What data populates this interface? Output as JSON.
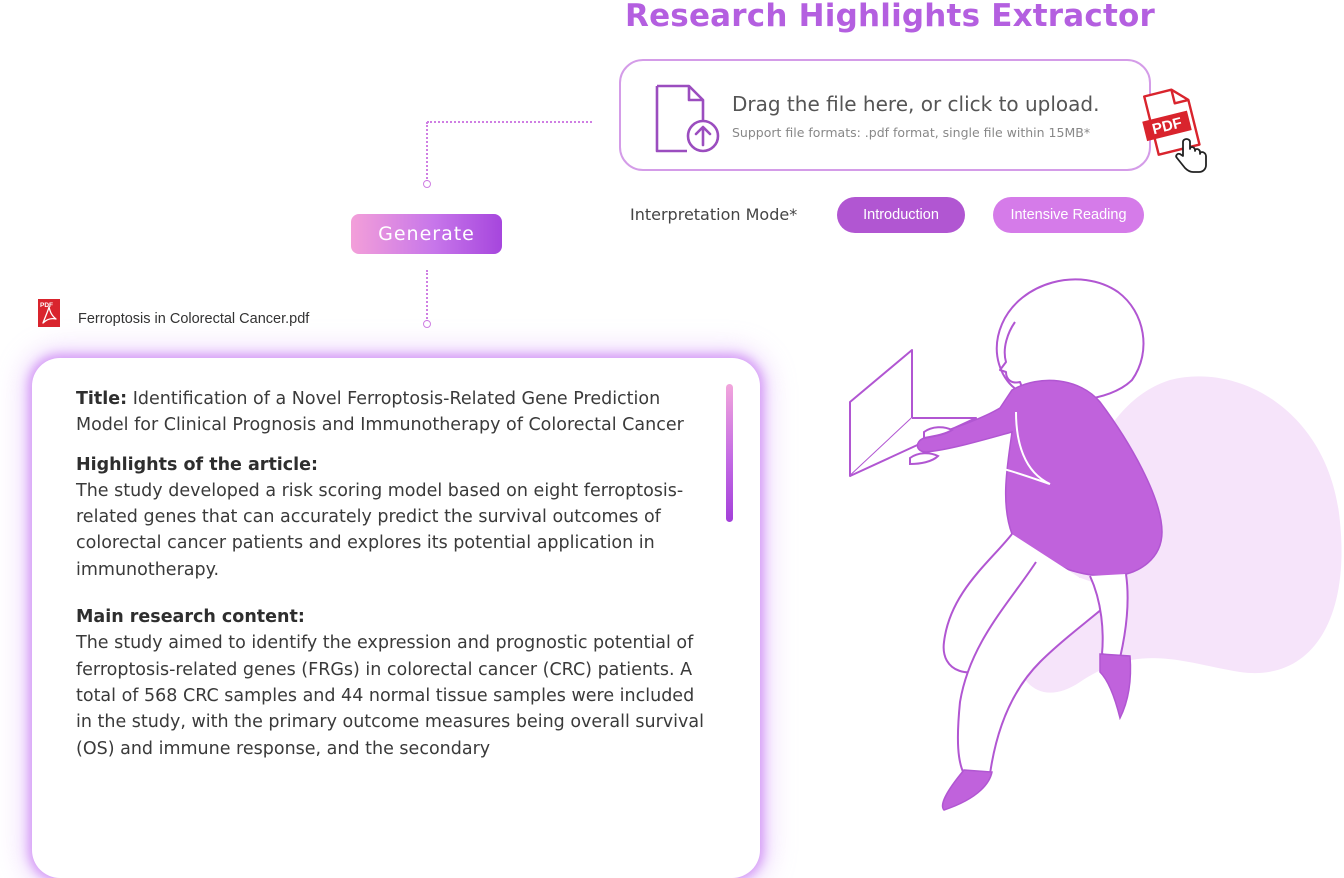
{
  "header": {
    "title": "Research Highlights Extractor"
  },
  "upload": {
    "title": "Drag the file here, or click to upload.",
    "subtitle": "Support file formats: .pdf format, single file within 15MB*",
    "badge_text": "PDF"
  },
  "mode": {
    "label": "Interpretation Mode*",
    "options": [
      {
        "label": "Introduction",
        "selected": true
      },
      {
        "label": "Intensive Reading",
        "selected": false
      }
    ]
  },
  "actions": {
    "generate_label": "Generate"
  },
  "file": {
    "name": "Ferroptosis in Colorectal Cancer.pdf",
    "icon": "pdf-file-icon"
  },
  "result": {
    "title_label": "Title:",
    "title_text": "Identification of a Novel Ferroptosis-Related Gene Prediction Model for Clinical Prognosis and Immunotherapy of Colorectal Cancer",
    "highlights_label": "Highlights of the article:",
    "highlights_text": "The study developed a risk scoring model based on eight ferroptosis-related genes that can accurately predict the survival outcomes of colorectal cancer patients and explores its potential application in immunotherapy.",
    "main_label": "Main research content:",
    "main_text": "The study aimed to identify the expression and prognostic potential of ferroptosis-related genes (FRGs) in colorectal cancer (CRC) patients. A total of 568 CRC samples and 44 normal tissue samples were included in the study, with the primary outcome measures being overall survival (OS) and immune response, and the secondary"
  },
  "colors": {
    "accent": "#b45fe0",
    "primary_purple": "#b156d2",
    "light_purple": "#d57be9",
    "illustration_fill": "#c062dc",
    "blob": "#f6e4fa",
    "pdf_red": "#d9242d"
  }
}
